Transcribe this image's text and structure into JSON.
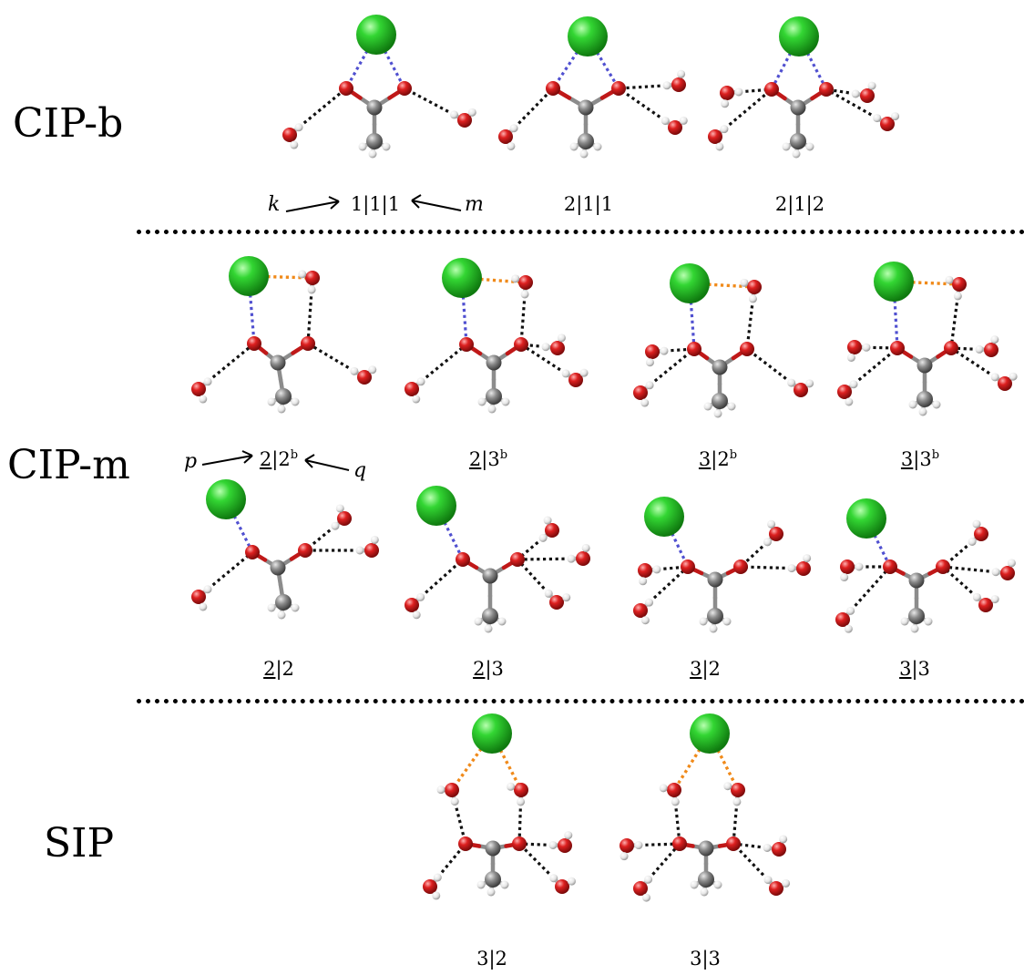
{
  "rows": {
    "cipb": {
      "title": "CIP-b"
    },
    "cipm": {
      "title": "CIP-m"
    },
    "sip": {
      "title": "SIP"
    }
  },
  "annotations": {
    "k": "k",
    "m": "m",
    "p": "p",
    "q": "q"
  },
  "structures": [
    {
      "id": "b1",
      "label": "1|1|1",
      "underline": "",
      "rest": "1|1|1",
      "sup": ""
    },
    {
      "id": "b2",
      "label": "2|1|1",
      "underline": "",
      "rest": "2|1|1",
      "sup": ""
    },
    {
      "id": "b3",
      "label": "2|1|2",
      "underline": "",
      "rest": "2|1|2",
      "sup": ""
    },
    {
      "id": "mb1",
      "label": "2|2b",
      "underline": "2",
      "rest": "|2",
      "sup": "b"
    },
    {
      "id": "mb2",
      "label": "2|3b",
      "underline": "2",
      "rest": "|3",
      "sup": "b"
    },
    {
      "id": "mb3",
      "label": "3|2b",
      "underline": "3",
      "rest": "|2",
      "sup": "b"
    },
    {
      "id": "mb4",
      "label": "3|3b",
      "underline": "3",
      "rest": "|3",
      "sup": "b"
    },
    {
      "id": "m1",
      "label": "2|2",
      "underline": "2",
      "rest": "|2",
      "sup": ""
    },
    {
      "id": "m2",
      "label": "2|3",
      "underline": "2",
      "rest": "|3",
      "sup": ""
    },
    {
      "id": "m3",
      "label": "3|2",
      "underline": "3",
      "rest": "|2",
      "sup": ""
    },
    {
      "id": "m4",
      "label": "3|3",
      "underline": "3",
      "rest": "|3",
      "sup": ""
    },
    {
      "id": "s1",
      "label": "3|2",
      "underline": "",
      "rest": "3|2",
      "sup": ""
    },
    {
      "id": "s2",
      "label": "3|3",
      "underline": "",
      "rest": "3|3",
      "sup": ""
    }
  ],
  "colors": {
    "ion": "#22c622",
    "oxygen": "#d01a1a",
    "carbon": "#8c8c8c",
    "hydrogen": "#e6e6e6",
    "ion_o_contact": "#5050d0",
    "ion_water_contact": "#f08a1a",
    "hbond": "#111111"
  }
}
